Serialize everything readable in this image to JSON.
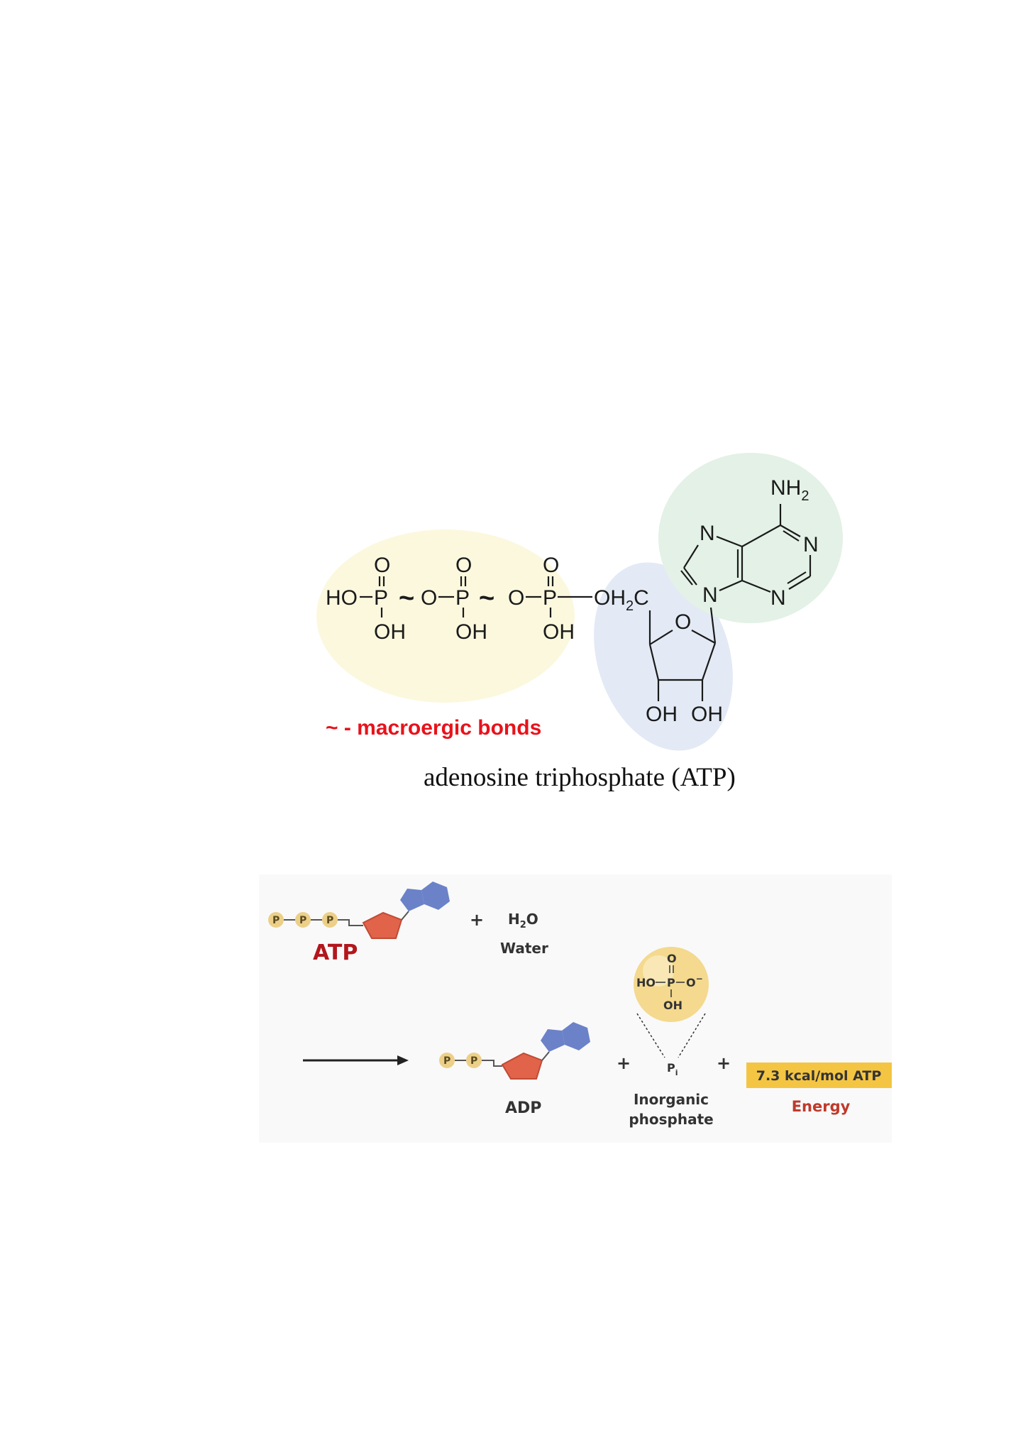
{
  "structure": {
    "atoms": {
      "o_top": "O",
      "p": "P",
      "oh": "OH",
      "ho": "HO",
      "o_bridge": "O",
      "oh2c": "OH",
      "oh2c_sub": "2",
      "oh2c_c": "C",
      "nh": "NH",
      "nh_sub": "2",
      "n": "N",
      "ring_o": "O"
    },
    "bond_symbol": "~",
    "legend_text": "~ - macroergic bonds",
    "caption": "adenosine triphosphate (ATP)",
    "colors": {
      "phosphate_region": "#fbf8de",
      "ribose_region": "#e3eaf5",
      "base_region": "#e3f1e6",
      "legend": "#e8121b"
    }
  },
  "reaction": {
    "p_label": "P",
    "atp_label": "ATP",
    "plus": "+",
    "water_formula": "H",
    "water_formula_sub": "2",
    "water_formula_end": "O",
    "water_label": "Water",
    "adp_label": "ADP",
    "phosphate_formula": {
      "o_top": "O",
      "ho": "HO",
      "p": "P",
      "o_minus": "O",
      "minus": "−",
      "oh": "OH"
    },
    "pi_label": "P",
    "pi_sub": "i",
    "phosphate_label_line1": "Inorganic",
    "phosphate_label_line2": "phosphate",
    "energy_value": "7.3 kcal/mol ATP",
    "energy_label": "Energy",
    "colors": {
      "atp_red": "#b3161c",
      "energy_red": "#c0392b",
      "energy_box": "#f4c542",
      "ribose": "#e0634a",
      "base": "#6b82c9",
      "phosphate_bead": "#ecd089",
      "phosphate_sphere": "#f4d98e"
    }
  }
}
